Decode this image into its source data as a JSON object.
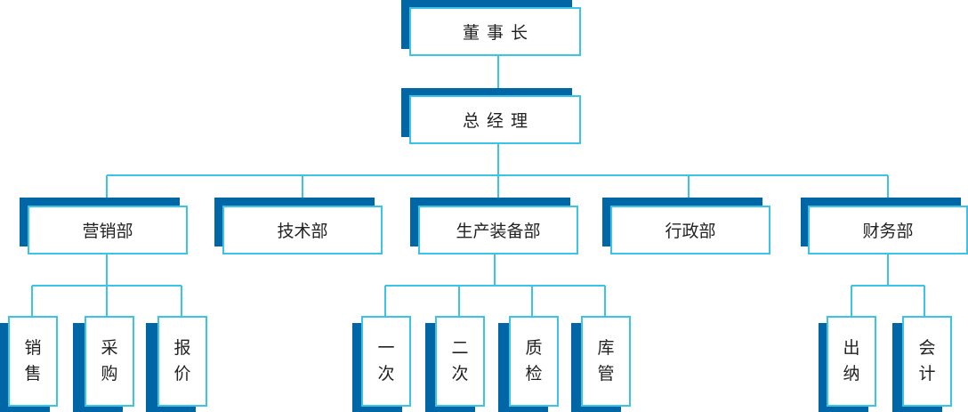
{
  "colors": {
    "line": "#3cc4e6",
    "shadow": "#0066a6",
    "text": "#222222"
  },
  "org": {
    "chairman": "董事长",
    "general_manager": "总经理",
    "departments": [
      {
        "name": "营销部",
        "teams": [
          "销售",
          "采购",
          "报价"
        ]
      },
      {
        "name": "技术部",
        "teams": []
      },
      {
        "name": "生产装备部",
        "teams": [
          "一次",
          "二次",
          "质检",
          "库管"
        ]
      },
      {
        "name": "行政部",
        "teams": []
      },
      {
        "name": "财务部",
        "teams": [
          "出纳",
          "会计"
        ]
      }
    ]
  }
}
